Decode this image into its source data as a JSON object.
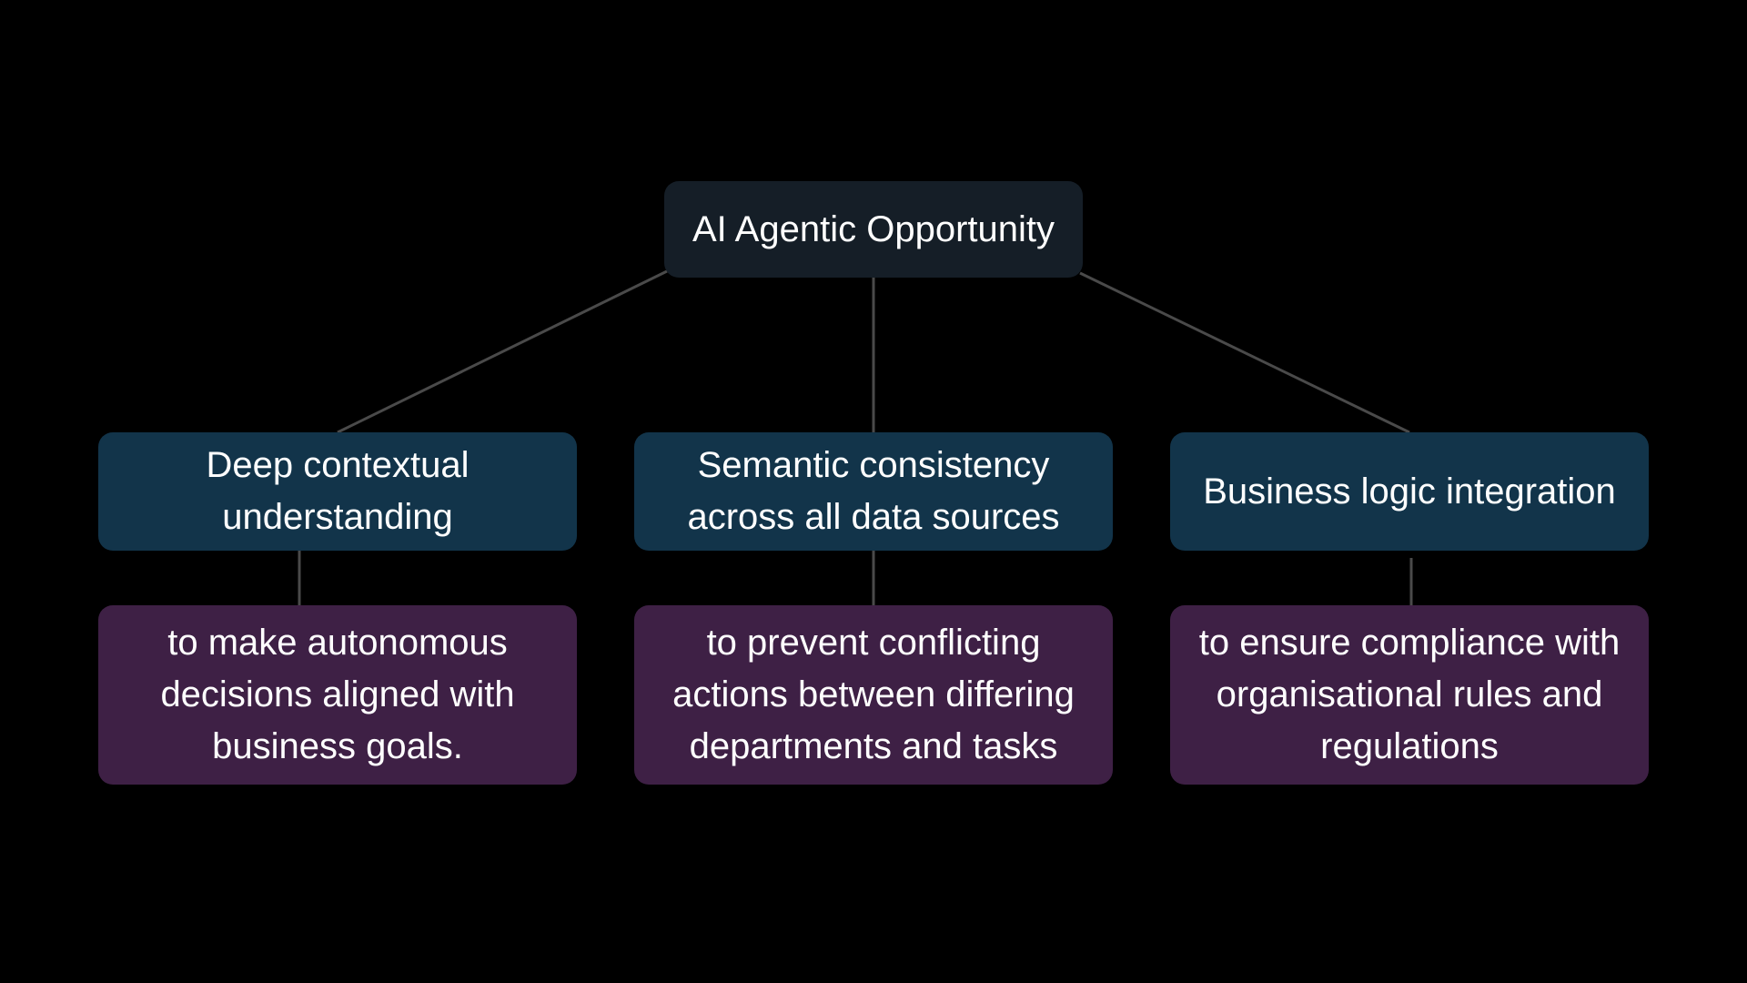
{
  "diagram": {
    "root": {
      "label": "AI Agentic Opportunity"
    },
    "branches": [
      {
        "label": "Deep contextual understanding",
        "detail": "to make autonomous decisions aligned with business goals."
      },
      {
        "label": "Semantic consistency across all data sources",
        "detail": "to prevent conflicting actions between differing departments and tasks"
      },
      {
        "label": "Business logic integration",
        "detail": "to ensure compliance with organisational rules and regulations"
      }
    ]
  },
  "colors": {
    "background": "#000000",
    "root_fill": "#151e27",
    "branch_fill": "#12344a",
    "detail_fill": "#3e2045",
    "connector": "#4a4a4a",
    "text": "#ffffff"
  }
}
